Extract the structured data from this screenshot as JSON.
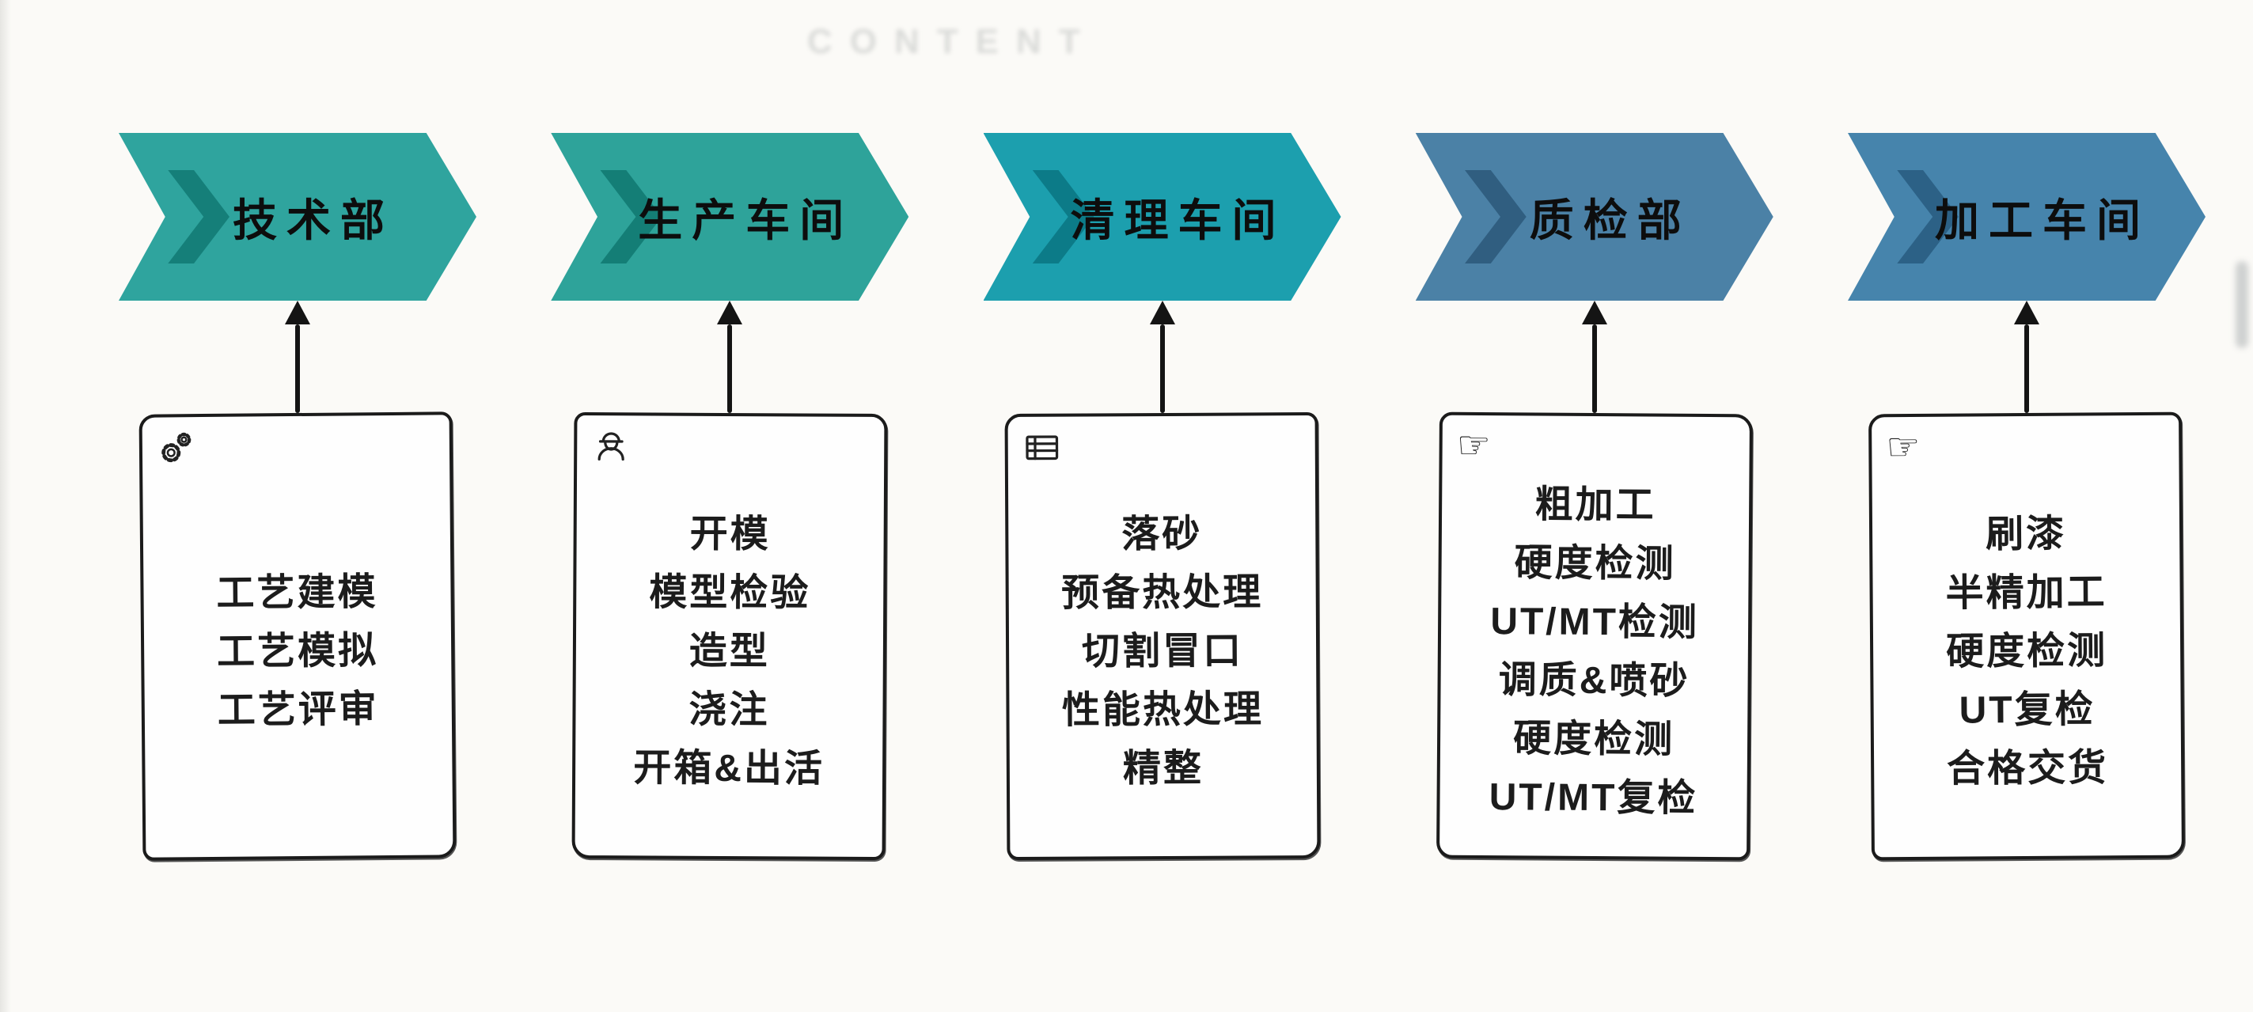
{
  "page": {
    "watermark": "CONTENT"
  },
  "stages": [
    {
      "title": "技术部",
      "banner_color": "#2FA49E",
      "banner_dark": "#157F79",
      "icon": "gears-icon",
      "steps": [
        "工艺建模",
        "工艺模拟",
        "工艺评审"
      ]
    },
    {
      "title": "生产车间",
      "banner_color": "#2EA39A",
      "banner_dark": "#147E76",
      "icon": "worker-icon",
      "steps": [
        "开模",
        "模型检验",
        "造型",
        "浇注",
        "开箱&出活"
      ]
    },
    {
      "title": "清理车间",
      "banner_color": "#1C9FAE",
      "banner_dark": "#0C7B88",
      "icon": "list-icon",
      "steps": [
        "落砂",
        "预备热处理",
        "切割冒口",
        "性能热处理",
        "精整"
      ]
    },
    {
      "title": "质检部",
      "banner_color": "#4B81A6",
      "banner_dark": "#305E80",
      "icon": "pointing-hand-icon",
      "steps": [
        "粗加工",
        "硬度检测",
        "UT/MT检测",
        "调质&喷砂",
        "硬度检测",
        "UT/MT复检"
      ]
    },
    {
      "title": "加工车间",
      "banner_color": "#4684AC",
      "banner_dark": "#2C6186",
      "icon": "pointing-hand-icon",
      "steps": [
        "刷漆",
        "半精加工",
        "硬度检测",
        "UT复检",
        "合格交货"
      ]
    }
  ]
}
